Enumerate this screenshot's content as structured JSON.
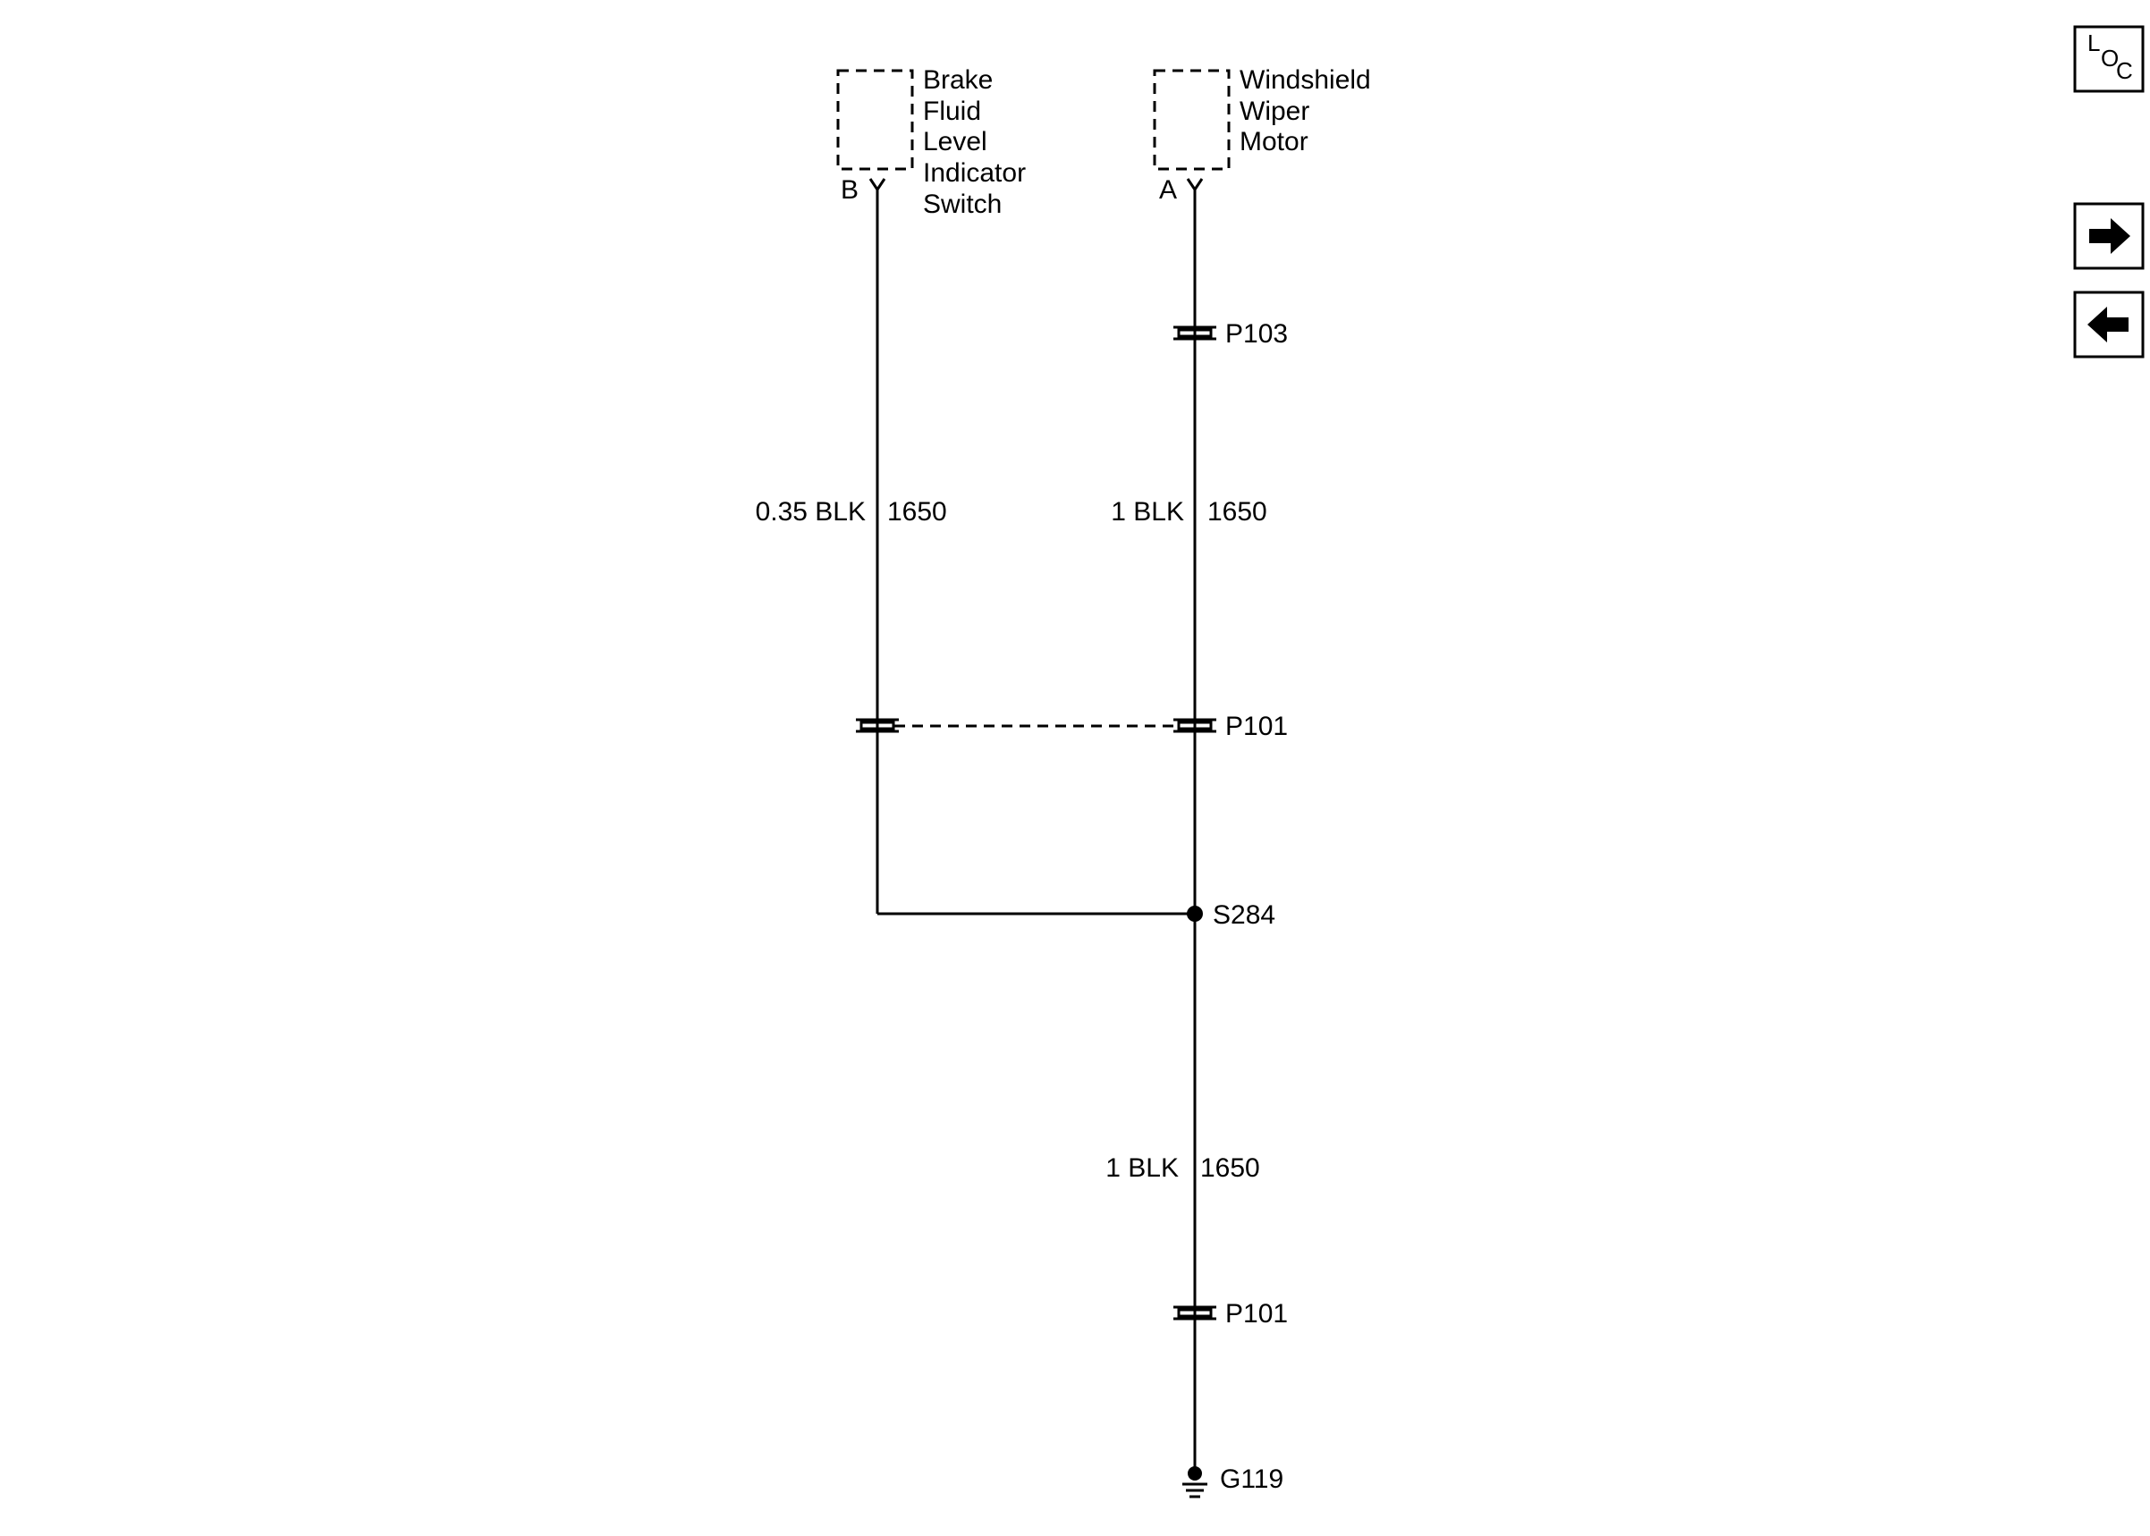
{
  "components": {
    "brake_switch": {
      "lines": [
        "Brake",
        "Fluid",
        "Level",
        "Indicator",
        "Switch"
      ],
      "pin": "B"
    },
    "wiper_motor": {
      "lines": [
        "Windshield",
        "Wiper",
        "Motor"
      ],
      "pin": "A"
    }
  },
  "connectors": {
    "p103": "P103",
    "p101_upper": "P101",
    "p101_lower": "P101"
  },
  "splice": "S284",
  "ground": "G119",
  "wires": {
    "left": {
      "gauge_color": "0.35 BLK",
      "circuit": "1650"
    },
    "right_upper": {
      "gauge_color": "1 BLK",
      "circuit": "1650"
    },
    "lower": {
      "gauge_color": "1 BLK",
      "circuit": "1650"
    }
  },
  "nav": {
    "loc_letters": [
      "L",
      "O",
      "C"
    ],
    "next_icon": "arrow-right-icon",
    "prev_icon": "arrow-left-icon"
  }
}
